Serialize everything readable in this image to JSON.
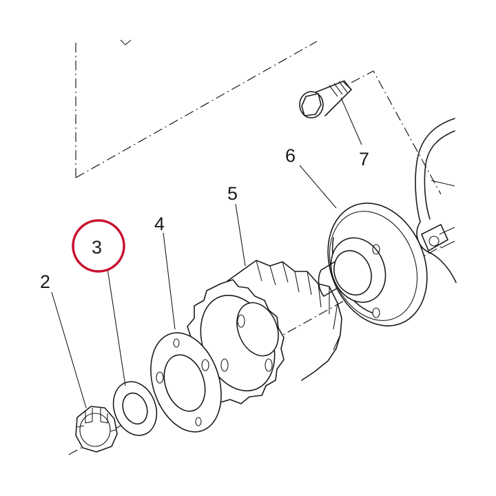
{
  "callouts": [
    {
      "id": "2",
      "label": "2"
    },
    {
      "id": "3",
      "label": "3",
      "highlighted": true
    },
    {
      "id": "4",
      "label": "4"
    },
    {
      "id": "5",
      "label": "5"
    },
    {
      "id": "6",
      "label": "6"
    },
    {
      "id": "7",
      "label": "7"
    }
  ],
  "highlight_color": "#c8102e",
  "line_color": "#1a1a1a"
}
